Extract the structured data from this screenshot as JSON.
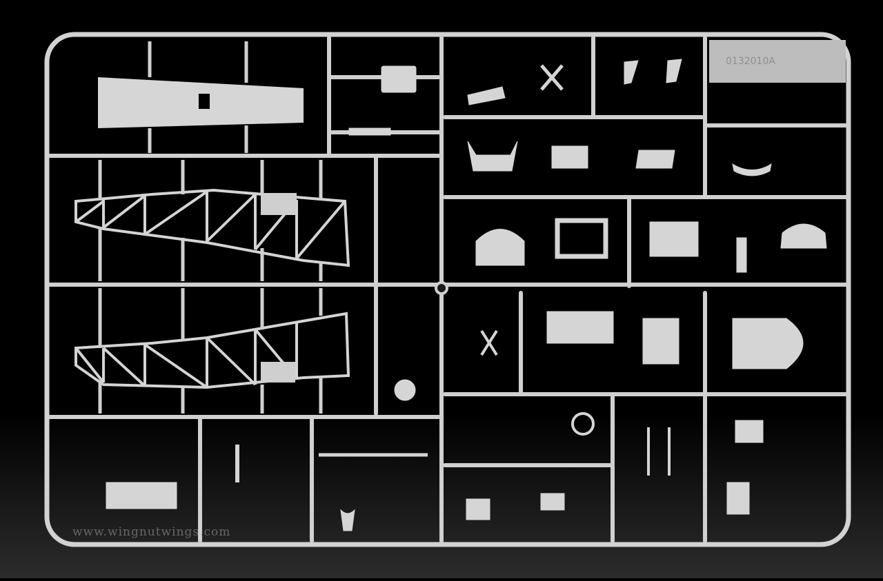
{
  "photo": {
    "subject": "plastic model kit sprue",
    "background_color": "#000000",
    "plastic_color": "#d4d4d4",
    "part_number": "0132010A",
    "watermark": "www.wingnutwings.com"
  }
}
